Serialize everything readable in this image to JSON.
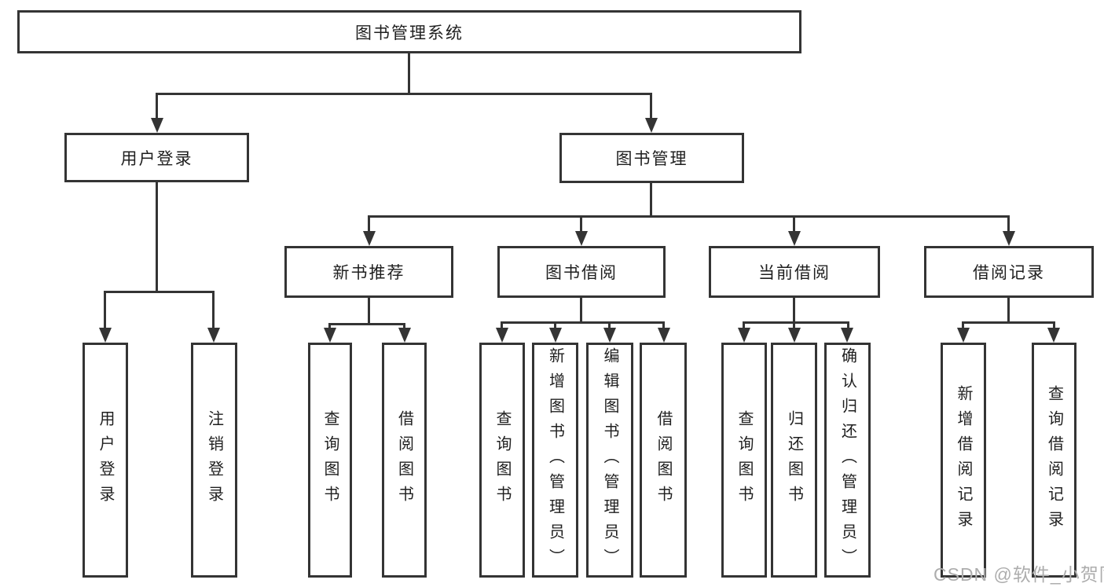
{
  "diagram": {
    "title": "图书管理系统",
    "children": [
      {
        "label": "用户登录",
        "children": [
          {
            "label": "用户登录"
          },
          {
            "label": "注销登录"
          }
        ]
      },
      {
        "label": "图书管理",
        "children": [
          {
            "label": "新书推荐",
            "children": [
              {
                "label": "查询图书"
              },
              {
                "label": "借阅图书"
              }
            ]
          },
          {
            "label": "图书借阅",
            "children": [
              {
                "label": "查询图书"
              },
              {
                "label": "新增图书（管理员）"
              },
              {
                "label": "编辑图书（管理员）"
              },
              {
                "label": "借阅图书"
              }
            ]
          },
          {
            "label": "当前借阅",
            "children": [
              {
                "label": "查询图书"
              },
              {
                "label": "归还图书"
              },
              {
                "label": "确认归还（管理员）"
              }
            ]
          },
          {
            "label": "借阅记录",
            "children": [
              {
                "label": "新增借阅记录"
              },
              {
                "label": "查询借阅记录"
              }
            ]
          }
        ]
      }
    ]
  },
  "watermark": {
    "text": "CSDN @软件_小贺同学"
  },
  "colors": {
    "line": "#343434",
    "text": "#1f1f1f",
    "watermark": "#adadad",
    "background": "#ffffff"
  }
}
